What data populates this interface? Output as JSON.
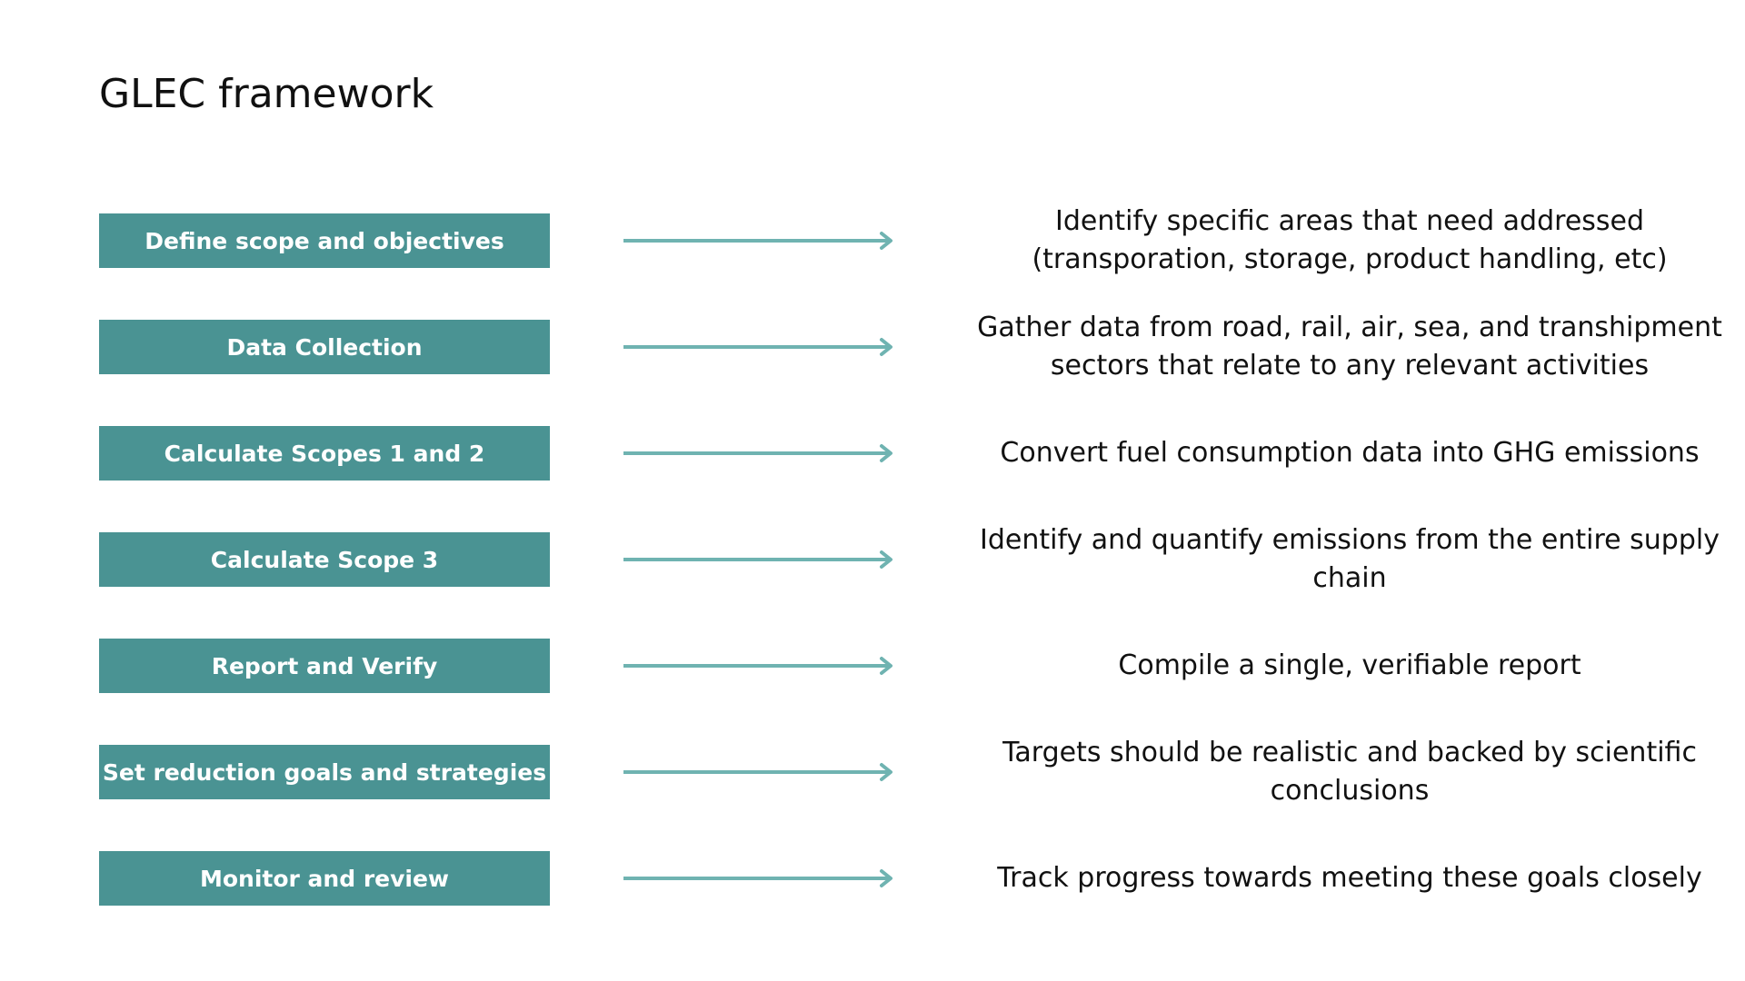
{
  "title": "GLEC framework",
  "colors": {
    "box_fill": "#4a9393",
    "arrow": "#6fb3b1",
    "text": "#111111",
    "box_text": "#ffffff"
  },
  "steps": [
    {
      "label": "Define scope and objectives",
      "description": "Identify specific areas that need addressed (transporation, storage, product handling, etc)"
    },
    {
      "label": "Data Collection",
      "description": "Gather data from road, rail, air, sea, and transhipment sectors that relate to any relevant activities"
    },
    {
      "label": "Calculate Scopes 1 and 2",
      "description": "Convert fuel consumption data into GHG emissions"
    },
    {
      "label": "Calculate Scope 3",
      "description": "Identify and quantify emissions from the entire supply chain"
    },
    {
      "label": "Report and Verify",
      "description": "Compile a single, verifiable report"
    },
    {
      "label": "Set reduction goals and strategies",
      "description": "Targets should be realistic and backed by scientific conclusions"
    },
    {
      "label": "Monitor and review",
      "description": "Track progress towards meeting these goals closely"
    }
  ]
}
